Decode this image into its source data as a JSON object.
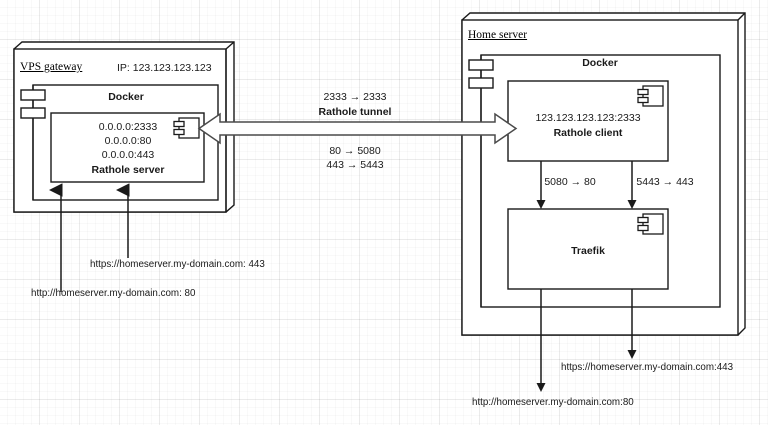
{
  "diagram": {
    "type": "network-architecture-diagram",
    "background": "#ffffff",
    "grid_color": "#e8e8e8",
    "stroke": "#1a1a1a"
  },
  "vps": {
    "title": "VPS gateway",
    "ip_label": "IP: 123.123.123.123",
    "docker_label": "Docker",
    "component": {
      "bindings": [
        "0.0.0.0:2333",
        "0.0.0.0:80",
        "0.0.0.0:443"
      ],
      "name": "Rathole server"
    }
  },
  "home": {
    "title": "Home server",
    "docker_label": "Docker",
    "client": {
      "address": "123.123.123.123:2333",
      "name": "Rathole client"
    },
    "traefik": {
      "name": "Traefik"
    },
    "port_maps": [
      "5080 → 80",
      "5443 → 443"
    ]
  },
  "tunnel": {
    "top_ports": "2333 → 2333",
    "name": "Rathole tunnel",
    "bottom_ports": [
      "80 → 5080",
      "443 → 5443"
    ]
  },
  "endpoints": {
    "left_https": "https://homeserver.my-domain.com: 443",
    "left_http": "http://homeserver.my-domain.com: 80",
    "right_https": "https://homeserver.my-domain.com:443",
    "right_http": "http://homeserver.my-domain.com:80"
  },
  "icons": {
    "component": "uml-component-icon",
    "port": "uml-port-icon"
  }
}
